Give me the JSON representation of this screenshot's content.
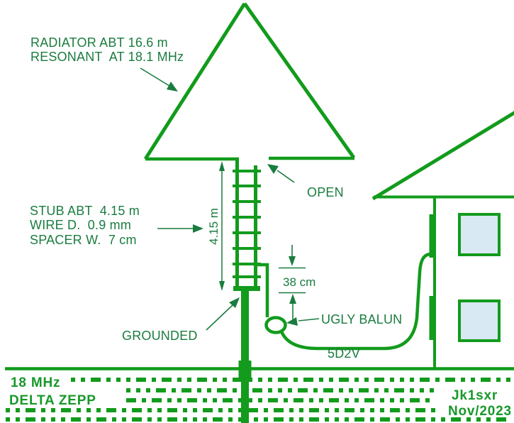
{
  "colors": {
    "line_green": "#129B1C",
    "label_green": "#1A7C3F",
    "title_green": "#18982A",
    "window_fill": "#D8E9F3",
    "background": "#FFFFFF"
  },
  "labels": {
    "radiator_line1": "RADIATOR ABT 16.6 m",
    "radiator_line2": "RESONANT  AT 18.1 MHz",
    "open": "OPEN",
    "stub_line1": "STUB ABT  4.15 m",
    "stub_line2": "WIRE D.  0.9 mm",
    "stub_line3": "SPACER W.  7 cm",
    "stub_length": "4.15 m",
    "tap_offset": "38 cm",
    "grounded": "GROUNDED",
    "ugly_balun": "UGLY BALUN",
    "coax_type": "5D2V"
  },
  "title_block": {
    "frequency": "18 MHz",
    "antenna_name": "DELTA ZEPP",
    "callsign": "Jk1sxr",
    "date": "Nov/2023"
  }
}
